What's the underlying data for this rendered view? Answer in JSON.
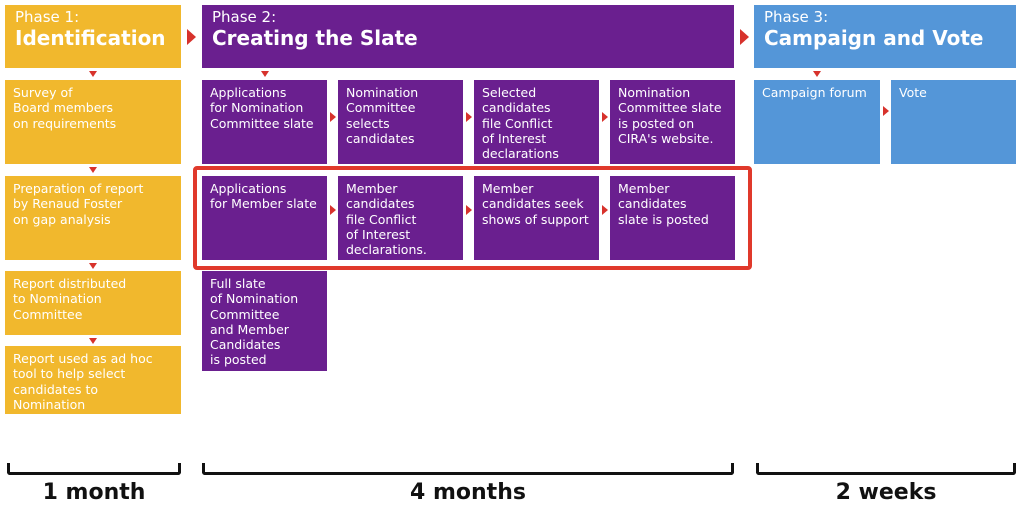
{
  "phases": [
    {
      "title": "Phase 1:",
      "subtitle": "Identification",
      "duration": "1 month"
    },
    {
      "title": "Phase 2:",
      "subtitle": "Creating the Slate",
      "duration": "4 months"
    },
    {
      "title": "Phase 3:",
      "subtitle": "Campaign and Vote",
      "duration": "2 weeks"
    }
  ],
  "phase1_steps": [
    "Survey of\nBoard members\non requirements",
    "Preparation of report\nby Renaud Foster\non gap analysis",
    "Report distributed\nto Nomination Committee",
    "Report used as ad hoc\ntool to help select\ncandidates to Nomination\nCommittee slate"
  ],
  "phase2_row1": [
    "Applications\nfor Nomination\nCommittee slate",
    "Nomination\nCommittee\nselects\ncandidates",
    "Selected\ncandidates\nfile Conflict\nof Interest\ndeclarations",
    "Nomination\nCommittee slate\nis posted on\nCIRA's website."
  ],
  "phase2_row2": [
    "Applications\nfor Member slate",
    "Member\ncandidates\nfile Conflict\nof Interest\ndeclarations.",
    "Member\ncandidates seek\nshows of support",
    "Member\ncandidates\nslate is posted"
  ],
  "phase2_final": "Full slate\nof Nomination\nCommittee\nand Member\nCandidates\nis posted",
  "phase3_steps": [
    "Campaign forum",
    "Vote"
  ],
  "colors": {
    "phase1": "#f1b82d",
    "phase2": "#6a1f8f",
    "phase3": "#5496d8",
    "arrow": "#d7322c",
    "highlight": "#e0392b"
  }
}
